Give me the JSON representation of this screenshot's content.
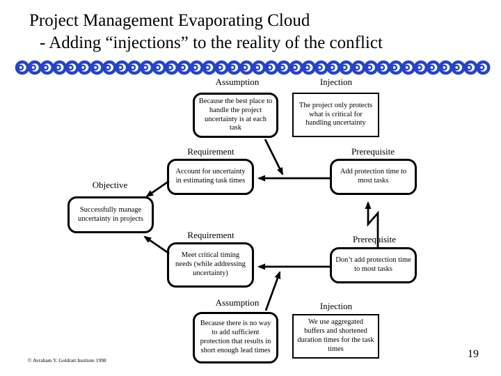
{
  "title": {
    "line1": "Project Management Evaporating Cloud",
    "line2": "- Adding “injections” to the reality of the conflict"
  },
  "diagram": {
    "objective": {
      "label": "Objective",
      "text": "Successfully manage uncertainty in projects"
    },
    "requirement_top": {
      "label": "Requirement",
      "text": "Account for uncertainty in estimating task times"
    },
    "requirement_bottom": {
      "label": "Requirement",
      "text": "Meet critical timing needs (while addressing uncertainty)"
    },
    "prerequisite_top": {
      "label": "Prerequisite",
      "text": "Add protection time to most tasks"
    },
    "prerequisite_bottom": {
      "label": "Prerequisite",
      "text": "Don’t add protection time to most tasks"
    },
    "assumption_top": {
      "label": "Assumption",
      "text": "Because the best place to handle the project uncertainty is at each task"
    },
    "assumption_bottom": {
      "label": "Assumption",
      "text": "Because there is no way to add sufficient protection that results in short enough lead times"
    },
    "injection_top": {
      "label": "Injection",
      "text": "The project only protects what is critical for handling uncertainty"
    },
    "injection_bottom": {
      "label": "Injection",
      "text": "We use aggregated buffers and shortened duration times for the task times"
    }
  },
  "footer": {
    "copyright": "© Avraham Y. Goldratt Institute 1998",
    "page_number": "19"
  },
  "colors": {
    "chain_blue": "#2443c9",
    "text": "#000000",
    "box_border": "#000000",
    "background": "#ffffff"
  },
  "decorations": {
    "chain_link_count": 38
  }
}
